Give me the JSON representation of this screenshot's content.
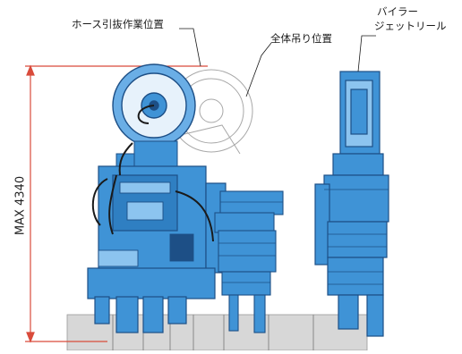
{
  "labels": {
    "hose_position": "ホース引抜作業位置",
    "lift_position": "全体吊り位置",
    "boiler_line1": "バイラー",
    "boiler_line2": "ジェットリール",
    "max_height": "MAX 4340"
  },
  "colors": {
    "machine_blue": "#3f93d6",
    "machine_dark": "#1d4f86",
    "machine_light": "#8cc4ef",
    "dimension_red": "#d94b3b",
    "ghost_gray": "#9a9a9a",
    "ground_gray": "#c8c8c8"
  }
}
